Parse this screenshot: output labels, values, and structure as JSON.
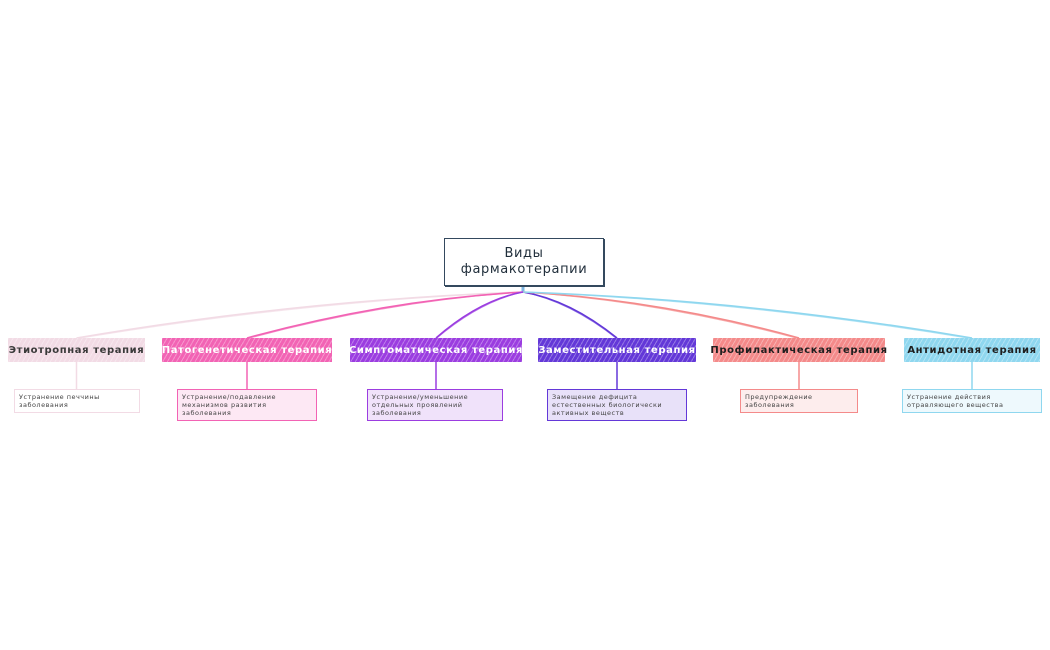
{
  "root": {
    "label": "Виды фармакотерапии"
  },
  "branches": [
    {
      "label": "Этиотропная терапия",
      "color": "#f2dbe5",
      "text_color": "#3a3a3a",
      "detail": "Устранение печчины заболевания"
    },
    {
      "label": "Патогенетическая терапия",
      "color": "#f263b4",
      "text_color": "#ffffff",
      "detail": "Устранение/подавление механизмов развития заболевания"
    },
    {
      "label": "Симптоматическая терапия",
      "color": "#9b3de0",
      "text_color": "#ffffff",
      "detail": "Устранение/уменьшение отдельных проявлений заболевания"
    },
    {
      "label": "Заместительная терапия",
      "color": "#6338d8",
      "text_color": "#ffffff",
      "detail": "Замещение дефицита естественных биологически активных веществ"
    },
    {
      "label": "Профилактическая терапия",
      "color": "#f48a8a",
      "text_color": "#1f1f1f",
      "detail": "Предупреждение заболевания"
    },
    {
      "label": "Антидотная терапия",
      "color": "#8fd7ef",
      "text_color": "#1f1f1f",
      "detail": "Устранение действия отравляющего вещества"
    }
  ]
}
